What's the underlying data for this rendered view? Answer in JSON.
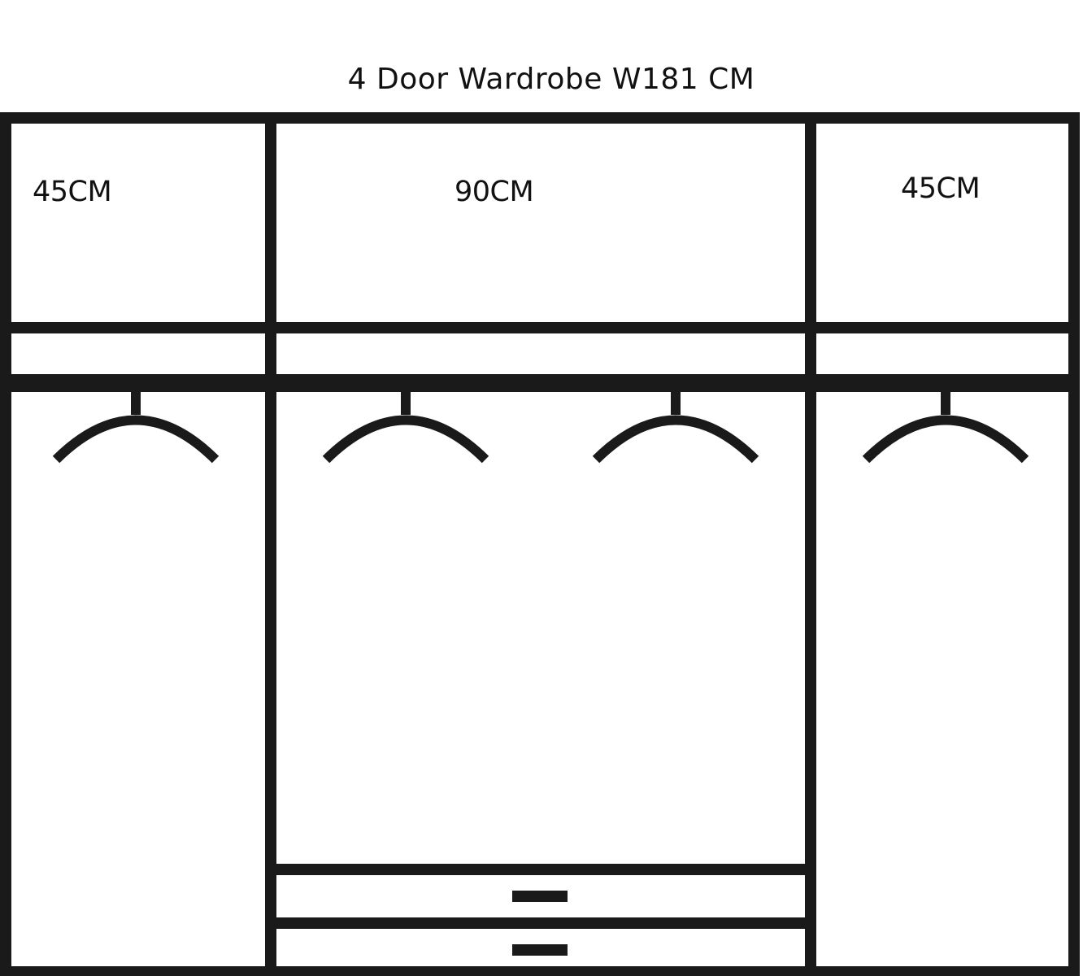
{
  "title": "4 Door Wardrobe W181 CM",
  "sections": [
    {
      "width_label": "45CM",
      "hangers": 1,
      "drawers": 0
    },
    {
      "width_label": "90CM",
      "hangers": 2,
      "drawers": 2
    },
    {
      "width_label": "45CM",
      "hangers": 1,
      "drawers": 0
    }
  ],
  "colors": {
    "line": "#1a1a1a",
    "background": "#ffffff"
  }
}
